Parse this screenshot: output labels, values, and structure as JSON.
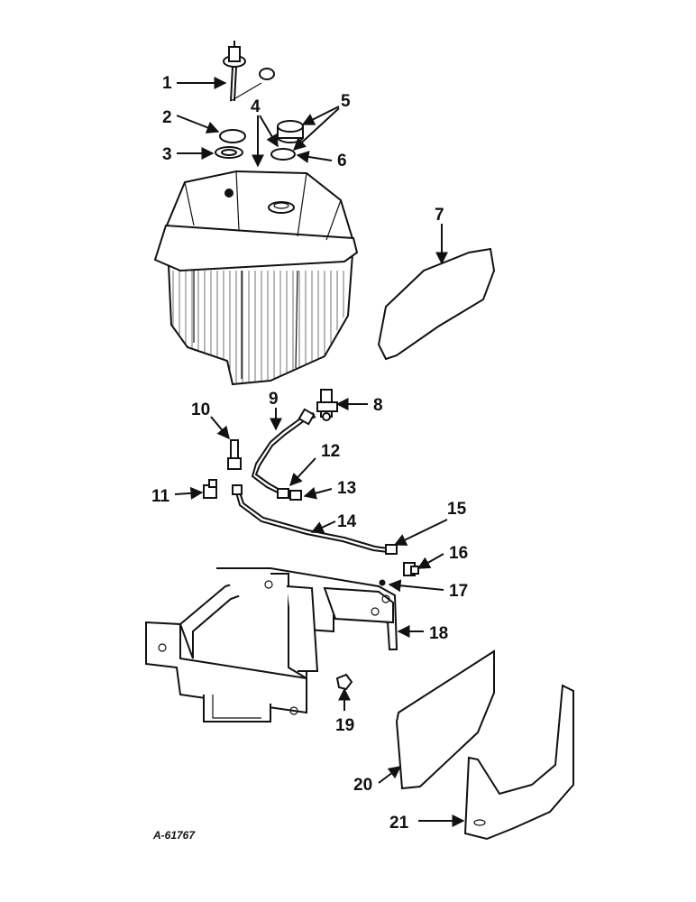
{
  "figure": {
    "id": "A-61767"
  },
  "callouts": {
    "c1": "1",
    "c2": "2",
    "c3": "3",
    "c4": "4",
    "c5": "5",
    "c6": "6",
    "c7": "7",
    "c8": "8",
    "c9": "9",
    "c10": "10",
    "c11": "11",
    "c12": "12",
    "c13": "13",
    "c14": "14",
    "c15": "15",
    "c16": "16",
    "c17": "17",
    "c18": "18",
    "c19": "19",
    "c20": "20",
    "c21": "21"
  }
}
